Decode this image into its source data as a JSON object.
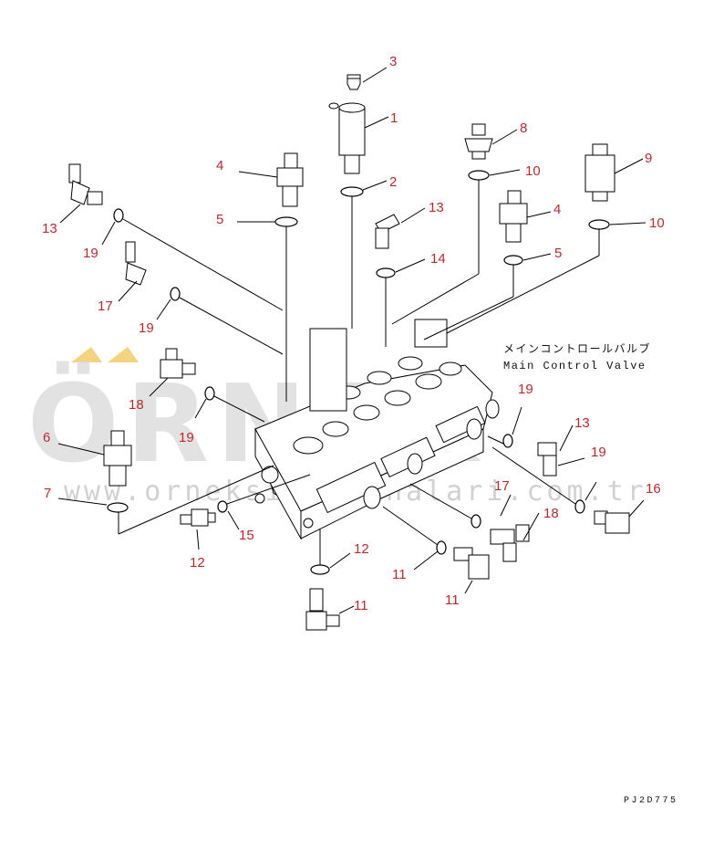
{
  "diagram": {
    "title_jp": "メインコントロールバルブ",
    "title_en": "Main Control Valve",
    "drawing_code": "PJ2D775",
    "watermark_brand": "ÖRNEK",
    "watermark_url": "www.orneksismakinalari.com.tr",
    "accent_color": "#c0282d",
    "callouts": [
      "3",
      "1",
      "8",
      "4",
      "2",
      "10",
      "9",
      "13",
      "13",
      "4",
      "10",
      "19",
      "5",
      "14",
      "5",
      "17",
      "19",
      "19",
      "18",
      "19",
      "13",
      "6",
      "19",
      "7",
      "17",
      "18",
      "16",
      "15",
      "12",
      "12",
      "11",
      "11"
    ]
  }
}
